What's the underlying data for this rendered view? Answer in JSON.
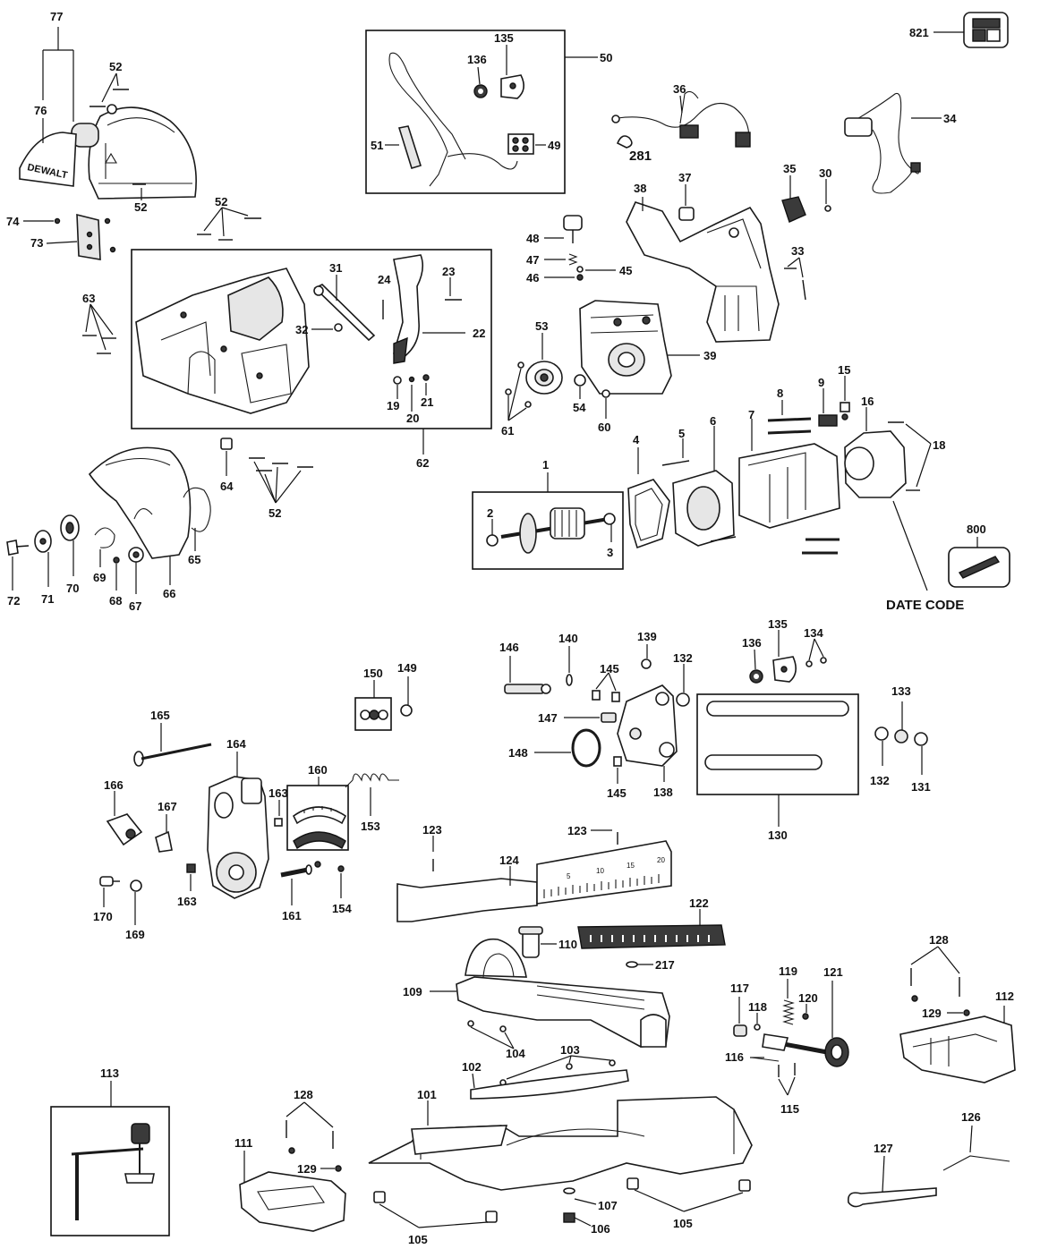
{
  "diagram": {
    "logo_text": "DEWALT",
    "date_code_label": "DATE CODE",
    "labels": {
      "l821": "821",
      "l77": "77",
      "l76": "76",
      "l52a": "52",
      "l52b": "52",
      "l52c": "52",
      "l52d": "52",
      "l74": "74",
      "l73": "73",
      "l63": "63",
      "l135a": "135",
      "l136a": "136",
      "l50": "50",
      "l51": "51",
      "l49": "49",
      "l36": "36",
      "l281": "281",
      "l34": "34",
      "l31": "31",
      "l24": "24",
      "l23": "23",
      "l22": "22",
      "l32": "32",
      "l19": "19",
      "l20": "20",
      "l21": "21",
      "l62": "62",
      "l38": "38",
      "l37": "37",
      "l35": "35",
      "l30": "30",
      "l33": "33",
      "l48": "48",
      "l47": "47",
      "l45": "45",
      "l46": "46",
      "l53": "53",
      "l39": "39",
      "l61": "61",
      "l54": "54",
      "l60": "60",
      "l15": "15",
      "l9": "9",
      "l8": "8",
      "l7": "7",
      "l16": "16",
      "l18": "18",
      "l1": "1",
      "l2": "2",
      "l3": "3",
      "l4": "4",
      "l5": "5",
      "l6": "6",
      "l64": "64",
      "l65": "65",
      "l66": "66",
      "l67": "67",
      "l68": "68",
      "l69": "69",
      "l70": "70",
      "l71": "71",
      "l72": "72",
      "l800": "800",
      "l146": "146",
      "l140": "140",
      "l139": "139",
      "l145a": "145",
      "l132a": "132",
      "l135b": "135",
      "l136b": "136",
      "l134": "134",
      "l147": "147",
      "l148": "148",
      "l145b": "145",
      "l138": "138",
      "l130": "130",
      "l133": "133",
      "l132b": "132",
      "l131": "131",
      "l150": "150",
      "l149": "149",
      "l165": "165",
      "l164": "164",
      "l160": "160",
      "l166": "166",
      "l167": "167",
      "l163a": "163",
      "l153": "153",
      "l163b": "163",
      "l161": "161",
      "l154": "154",
      "l170": "170",
      "l169": "169",
      "l123a": "123",
      "l123b": "123",
      "l124": "124",
      "l122": "122",
      "l110": "110",
      "l217": "217",
      "l109": "109",
      "l104": "104",
      "l103": "103",
      "l102": "102",
      "l101": "101",
      "l128a": "128",
      "l129a": "129",
      "l112": "112",
      "l117": "117",
      "l118": "118",
      "l119": "119",
      "l120": "120",
      "l121": "121",
      "l116": "116",
      "l115": "115",
      "l113": "113",
      "l128b": "128",
      "l129b": "129",
      "l111": "111",
      "l105a": "105",
      "l105b": "105",
      "l107": "107",
      "l106": "106",
      "l126": "126",
      "l127": "127"
    },
    "scale_ticks": [
      "5",
      "10",
      "15",
      "20"
    ]
  }
}
